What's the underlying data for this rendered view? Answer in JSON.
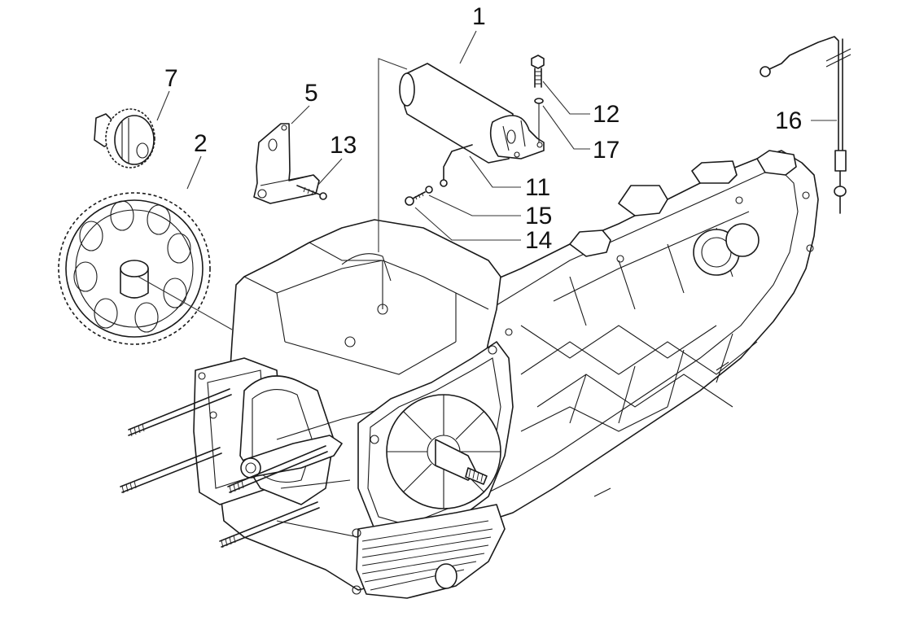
{
  "diagram": {
    "type": "exploded-parts-view",
    "subject": "Crankcase with starter motor, starter gears and cables",
    "line_color": "#1a1a1a",
    "background": "#ffffff"
  },
  "callouts": [
    {
      "id": "c1",
      "label": "1",
      "part": "starter-motor"
    },
    {
      "id": "c2",
      "label": "2",
      "part": "starter-ring-gear"
    },
    {
      "id": "c5",
      "label": "5",
      "part": "bracket"
    },
    {
      "id": "c7",
      "label": "7",
      "part": "starter-intermediate-gear"
    },
    {
      "id": "c11",
      "label": "11",
      "part": "starter-cable"
    },
    {
      "id": "c12",
      "label": "12",
      "part": "bolt"
    },
    {
      "id": "c13",
      "label": "13",
      "part": "screw"
    },
    {
      "id": "c14",
      "label": "14",
      "part": "screw"
    },
    {
      "id": "c15",
      "label": "15",
      "part": "washer"
    },
    {
      "id": "c16",
      "label": "16",
      "part": "ground-cable"
    },
    {
      "id": "c17",
      "label": "17",
      "part": "washer"
    }
  ]
}
